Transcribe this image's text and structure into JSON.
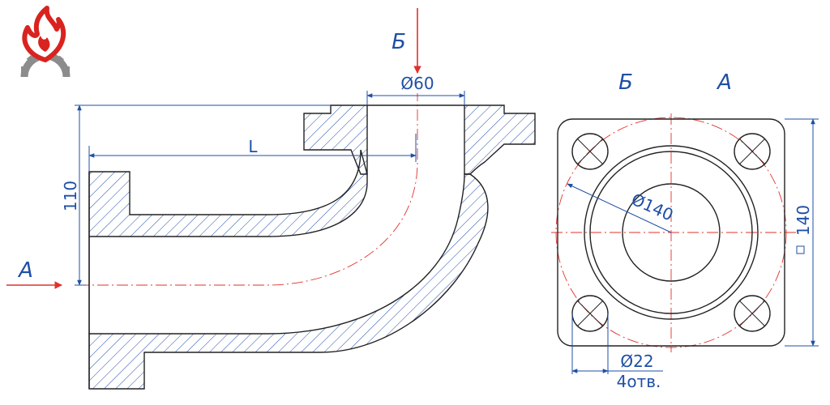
{
  "drawing": {
    "section_label_left": "А",
    "section_label_top": "Б",
    "view_label_b": "Б",
    "view_label_a": "А",
    "dim_bore": "Ø60",
    "dim_length": "L",
    "dim_height": "110",
    "dim_bolt_circle": "Ø140",
    "dim_square": "140",
    "dim_hole": "Ø22",
    "dim_hole_count": "4отв."
  },
  "colors": {
    "outline": "#222222",
    "dimension": "#1f4fa6",
    "centerline": "#e0312b",
    "arrow": "#e0312b",
    "logo_flame": "#d9231f",
    "logo_gear": "#8c8c8c"
  },
  "logo": {
    "icon": "flame-gear-icon"
  }
}
